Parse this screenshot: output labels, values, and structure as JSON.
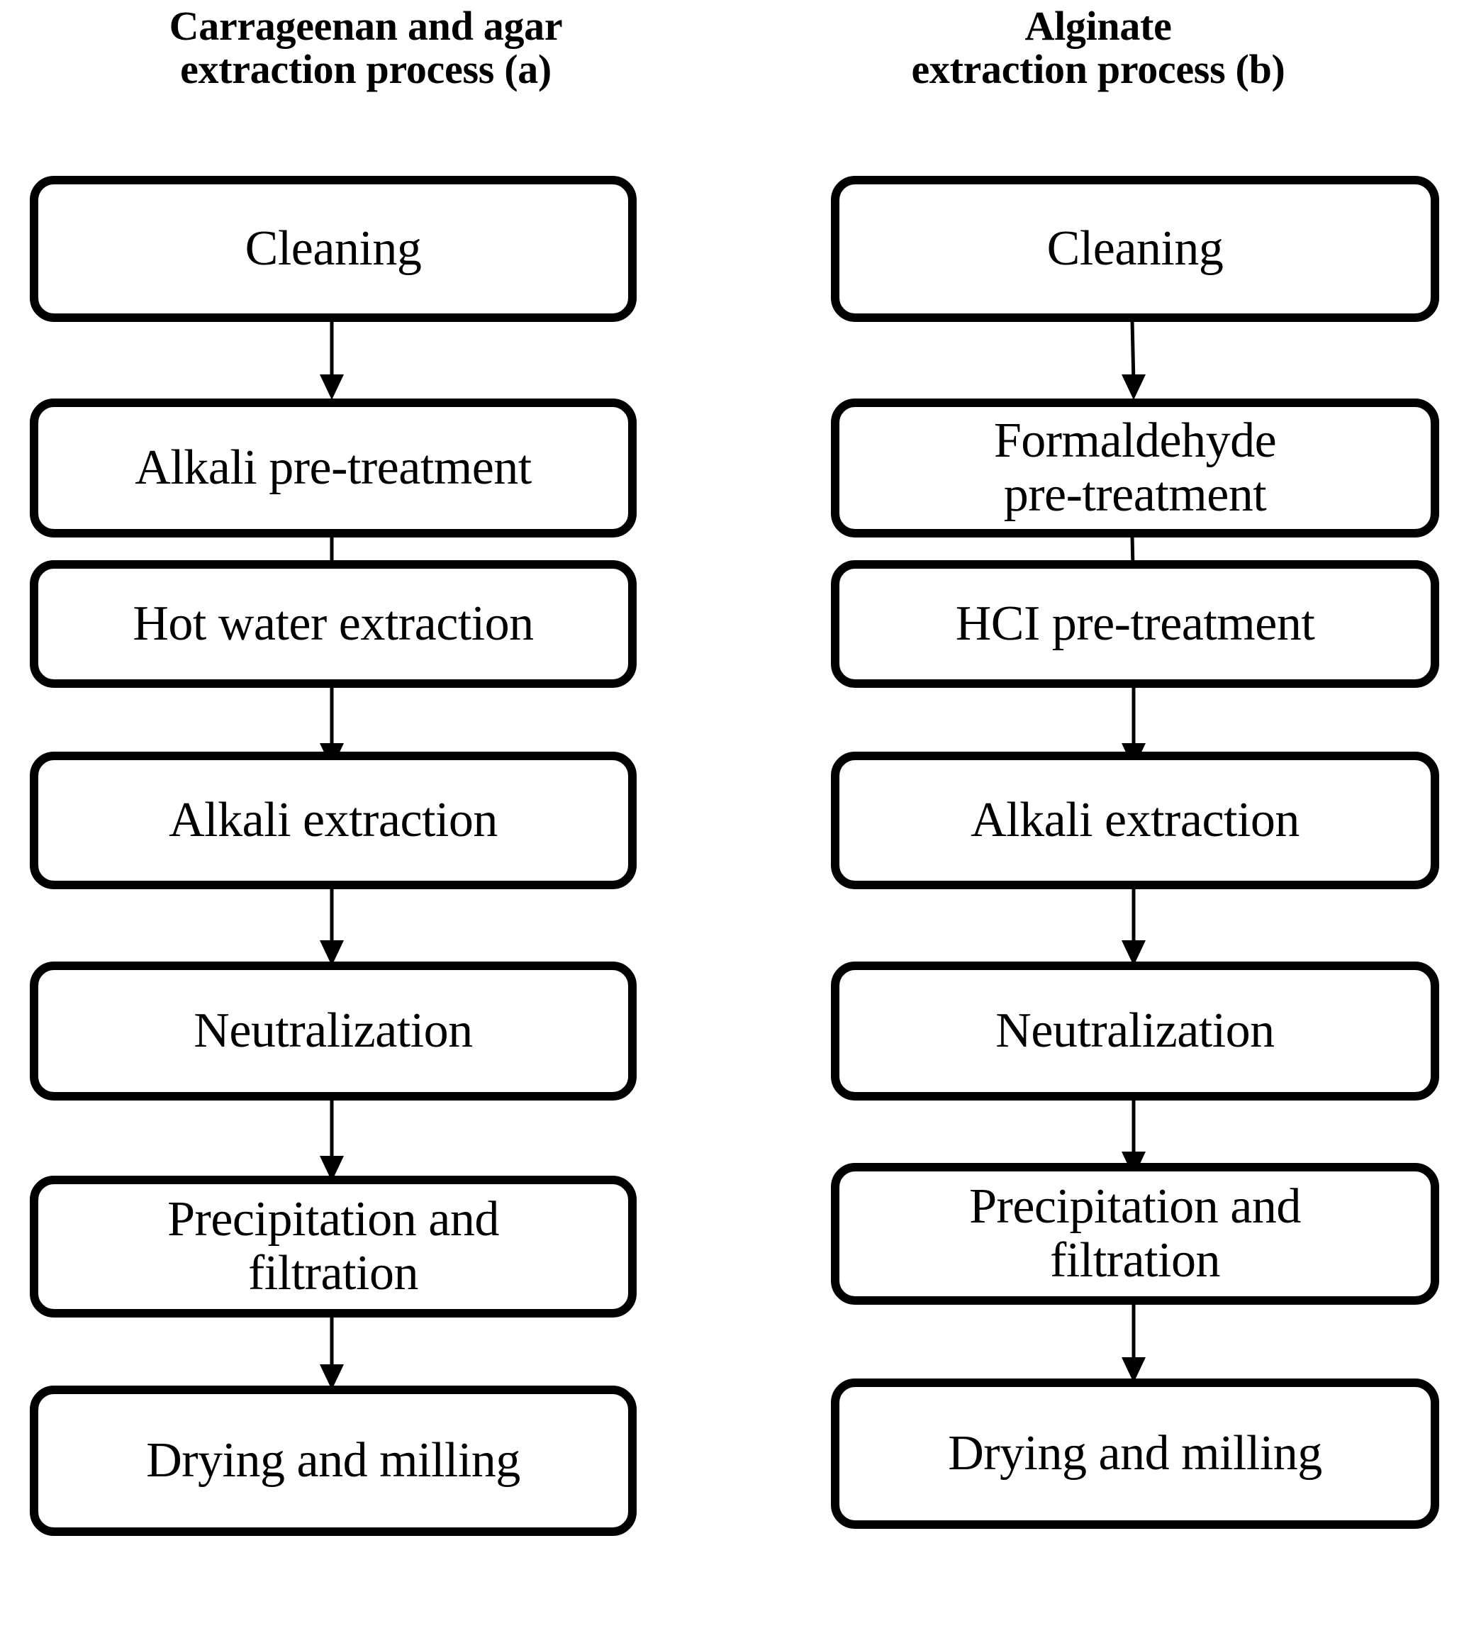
{
  "figure": {
    "background_color": "#ffffff",
    "stroke_color": "#000000",
    "fill_color": "#ffffff"
  },
  "columns": [
    {
      "id": "carrageenan-agar",
      "title": "Carrageenan and agar\nextraction process (a)",
      "steps": [
        {
          "label": "Cleaning"
        },
        {
          "label": "Alkali pre-treatment"
        },
        {
          "label": "Hot water extraction"
        },
        {
          "label": "Alkali extraction"
        },
        {
          "label": "Neutralization"
        },
        {
          "label": "Precipitation and\nfiltration"
        },
        {
          "label": "Drying and milling"
        }
      ]
    },
    {
      "id": "alginate",
      "title": "Alginate\nextraction process (b)",
      "steps": [
        {
          "label": "Cleaning"
        },
        {
          "label": "Formaldehyde\npre-treatment"
        },
        {
          "label": "HCI pre-treatment"
        },
        {
          "label": "Alkali extraction"
        },
        {
          "label": "Neutralization"
        },
        {
          "label": "Precipitation and\nfiltration"
        },
        {
          "label": "Drying and milling"
        }
      ]
    }
  ]
}
